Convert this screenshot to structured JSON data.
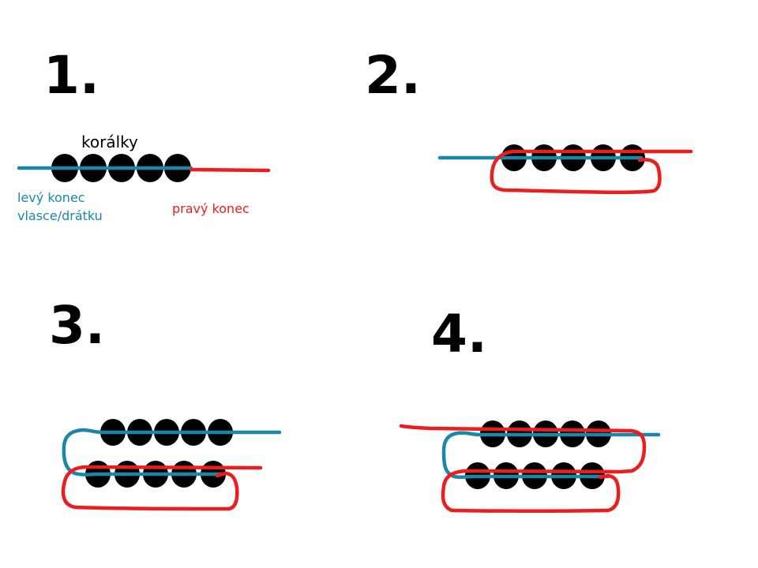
{
  "colors": {
    "left_end": "#1a87aa",
    "right_end": "#ee1c1c",
    "bead": "#000000",
    "text": "#000000"
  },
  "steps": [
    {
      "number": "1.",
      "bead_rows": 1,
      "beads_per_row": 5
    },
    {
      "number": "2.",
      "bead_rows": 1,
      "beads_per_row": 5
    },
    {
      "number": "3.",
      "bead_rows": 2,
      "beads_per_row": 5
    },
    {
      "number": "4.",
      "bead_rows": 2,
      "beads_per_row": 5
    }
  ],
  "labels": {
    "beads": "korálky",
    "left_end_line1": "levý konec",
    "left_end_line2": "vlasce/drátku",
    "right_end": "pravý konec"
  }
}
